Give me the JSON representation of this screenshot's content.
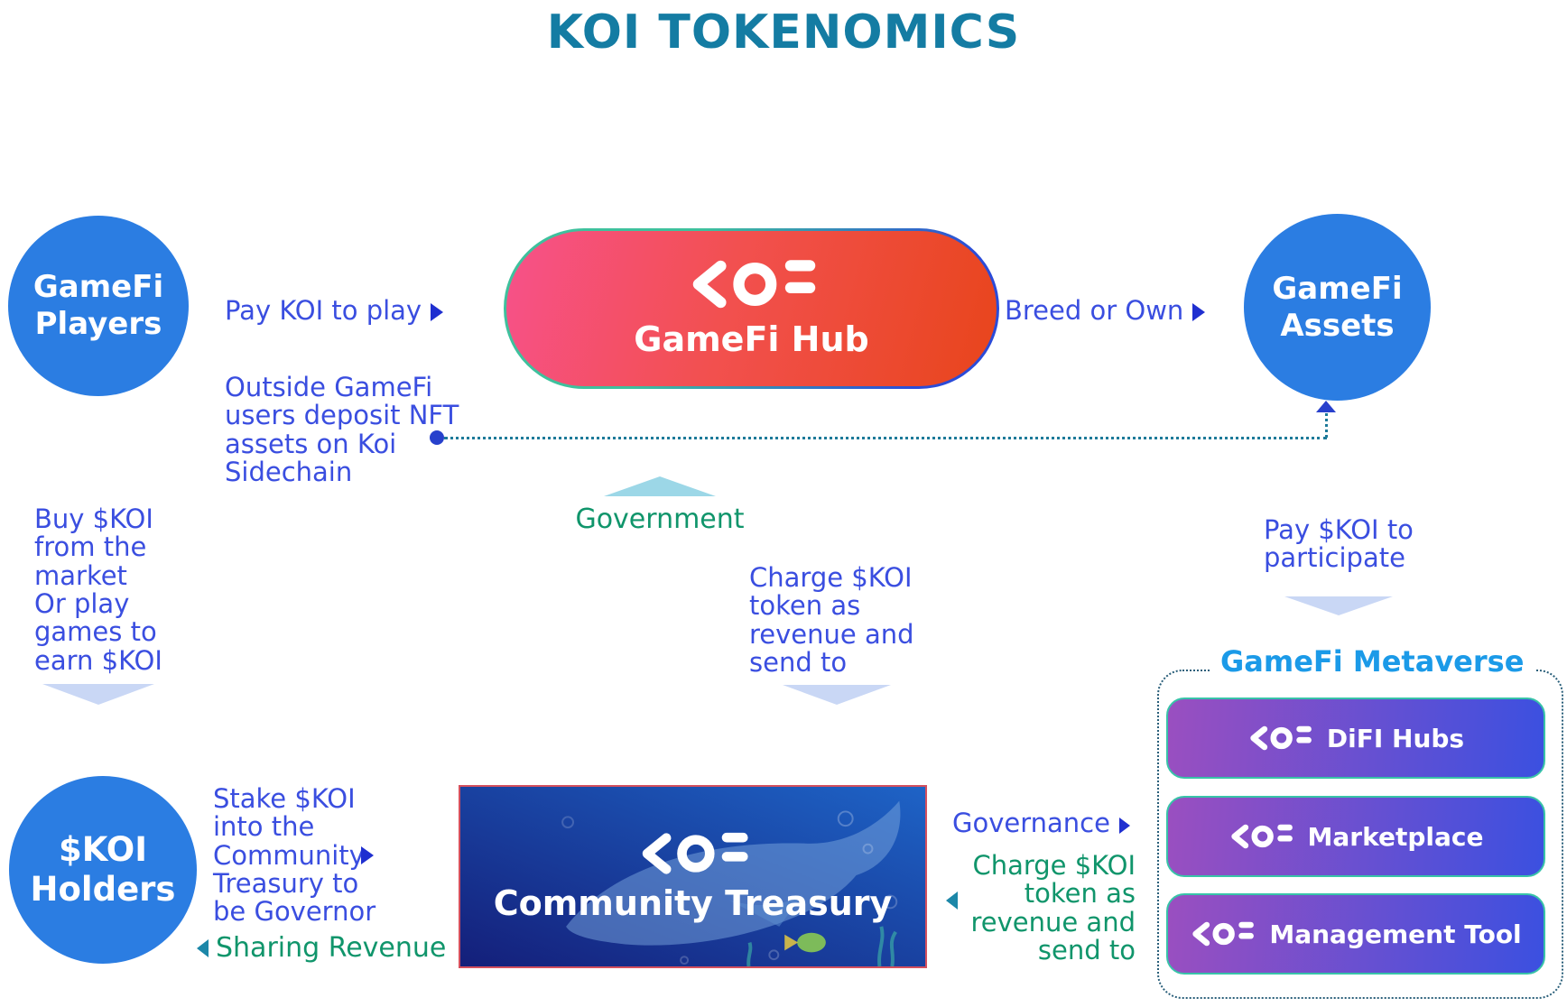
{
  "title": "KOI TOKENOMICS",
  "nodes": {
    "players": {
      "label": "GameFi\nPlayers"
    },
    "hub": {
      "label": "GameFi Hub"
    },
    "assets": {
      "label": "GameFi\nAssets"
    },
    "holders": {
      "label": "$KOI\nHolders"
    },
    "treasury": {
      "label": "Community Treasury"
    }
  },
  "labels": {
    "pay_koi_to_play": "Pay KOI to play",
    "breed_or_own": "Breed or Own",
    "outside_gamefi": "Outside GameFi\nusers deposit NFT\n assets on Koi\nSidechain",
    "government": "Government",
    "buy_koi": "Buy $KOI\nfrom the\nmarket\nOr play\ngames to\nearn $KOI",
    "charge_mid": "Charge $KOI\ntoken as\nrevenue and\nsend to",
    "pay_participate": "Pay $KOI to\nparticipate",
    "stake": "Stake $KOI\ninto the\nCommunity\nTreasury to\nbe Governor",
    "sharing_revenue": "Sharing Revenue",
    "governance": "Governance",
    "charge_right": "Charge $KOI\ntoken as\nrevenue and\nsend to"
  },
  "metaverse": {
    "title": "GameFi Metaverse",
    "buttons": [
      {
        "label": "DiFI Hubs"
      },
      {
        "label": "Marketplace"
      },
      {
        "label": "Management Tool"
      }
    ]
  },
  "icons": {
    "koi_logo": "koi-logo-icon",
    "flow_arrow_down": "arrow-down-icon",
    "flow_arrow_up": "arrow-up-icon"
  },
  "colors": {
    "title": "#147ca3",
    "node_blue": "#2b7de2",
    "text_blue": "#3a4ee0",
    "text_green": "#10956b",
    "metaverse_title_blue": "#1b9ae8",
    "hub_gradient": [
      "#f7518b",
      "#e8451b"
    ],
    "hub_border_gradient": [
      "#3ec19d",
      "#2b4bd8"
    ],
    "button_gradient": [
      "#9a4fc0",
      "#3b50e0"
    ],
    "button_border": "#38c3a8",
    "flow_arrow_lavender": "#c9d7f5",
    "government_arrow_teal": "#9cd7e7",
    "dotted_line": "#1d7a99",
    "treasury_border": "#d4505e",
    "treasury_gradient": [
      "#141f7a",
      "#1e63c6"
    ]
  }
}
